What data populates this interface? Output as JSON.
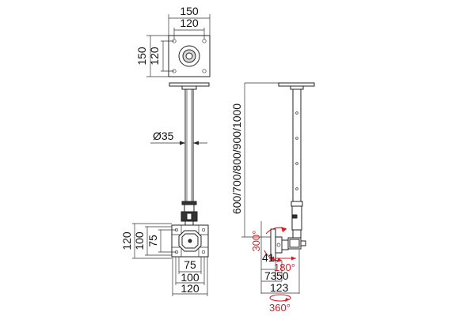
{
  "plate": {
    "width_outer": "150",
    "width_inner": "120",
    "height_outer": "150",
    "height_inner": "120"
  },
  "pole": {
    "diameter": "Ø35",
    "lengths": "600/700/800/900/1000"
  },
  "bracket": {
    "h_outer": "120",
    "h_mid": "100",
    "h_inner": "75",
    "w_inner": "75",
    "w_mid": "100",
    "w_outer": "120"
  },
  "side": {
    "tilt": "300°",
    "offset": "41",
    "dim_73": "73",
    "dim_50": "50",
    "dim_123": "123",
    "swivel": "180°",
    "rotation": "360°"
  },
  "colors": {
    "line": "#222222",
    "accent": "#d21f2b"
  }
}
